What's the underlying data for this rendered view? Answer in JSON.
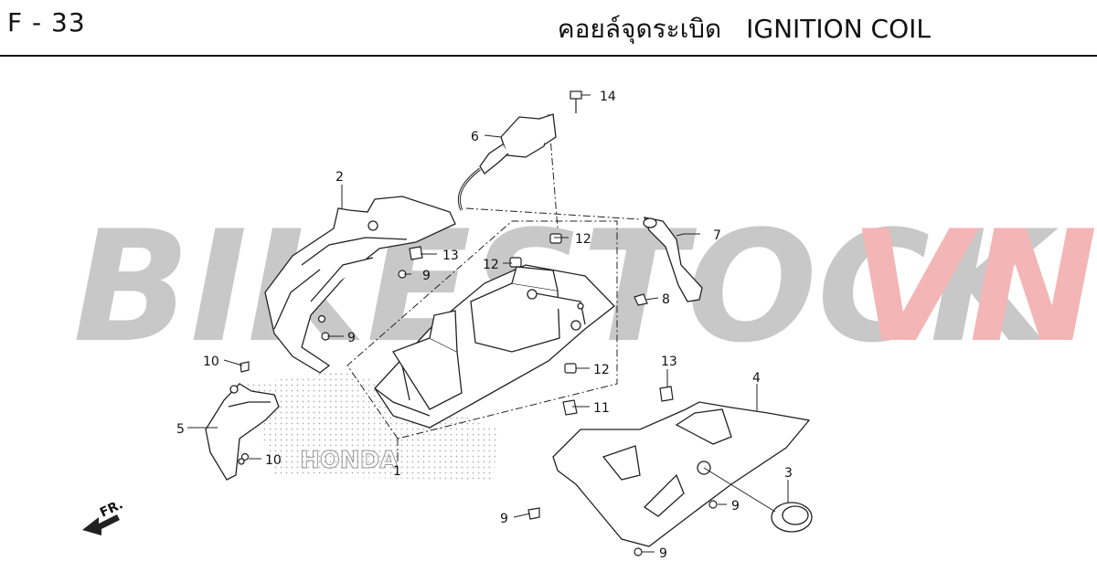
{
  "header": {
    "figure_code": "F - 33",
    "title_thai": "คอยล์จุดระเบิด",
    "title_en": "IGNITION COIL"
  },
  "watermark": {
    "text_main": "BIKESTOCK",
    "text_accent": "VN",
    "color_main": "#c8c8c8",
    "color_accent": "#f3b5b5"
  },
  "emblem_text": "HONDA",
  "direction_label": "FR.",
  "callouts": {
    "c1": "1",
    "c2": "2",
    "c3": "3",
    "c4": "4",
    "c5": "5",
    "c6": "6",
    "c7": "7",
    "c8": "8",
    "c9a": "9",
    "c9b": "9",
    "c9c": "9",
    "c9d": "9",
    "c9e": "9",
    "c10a": "10",
    "c10b": "10",
    "c11": "11",
    "c12a": "12",
    "c12b": "12",
    "c12c": "12",
    "c13a": "13",
    "c13b": "13",
    "c14": "14"
  }
}
